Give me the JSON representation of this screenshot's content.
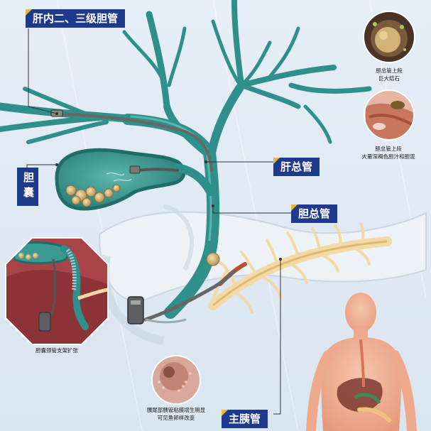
{
  "labels": {
    "intrahepatic": "肝内二、三级胆管",
    "gallbladder": "胆囊",
    "common_hepatic": "肝总管",
    "common_bile": "胆总管",
    "main_pancreatic": "主胰管"
  },
  "captions": {
    "giant_stone": [
      "胆总管上段",
      "巨大结石"
    ],
    "bile_sludge": [
      "胆总管上段",
      "大量深褐色胆汁和胆泥"
    ],
    "cystic_stent": [
      "胆囊颈管支架扩张"
    ],
    "pancreatic_duct": [
      "胰尾部胰管粘膜增生明显",
      "可见鱼卵样改变"
    ]
  },
  "colors": {
    "label_bg": "#1f3a8c",
    "label_accent": "#e8b93a",
    "duct": "#2f8f8a",
    "duct_light": "#6cc3b9",
    "pancreatic_duct": "#f3d9a6",
    "background": "#dde8f2"
  }
}
